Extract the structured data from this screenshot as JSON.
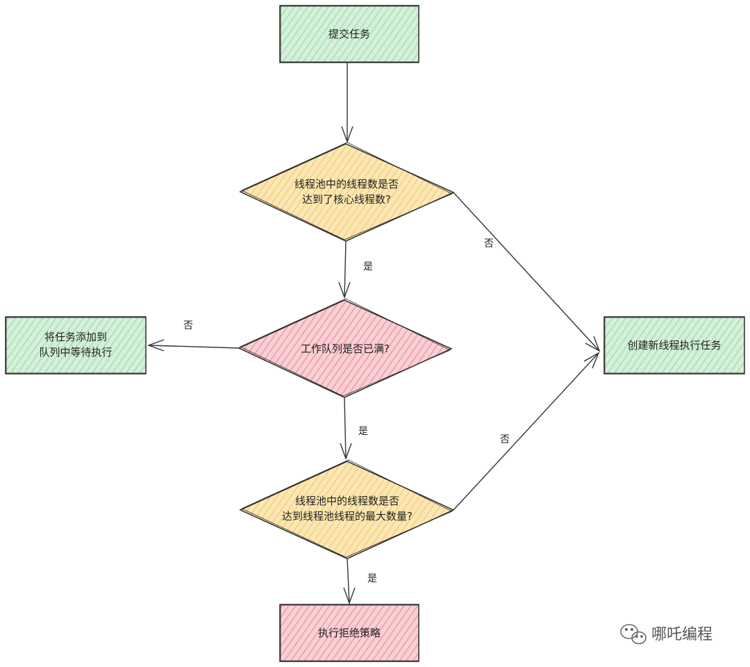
{
  "colors": {
    "green_fill": "#d4f0d9",
    "green_stroke": "#2b2b2b",
    "yellow_fill": "#fbe3a8",
    "pink_fill": "#f7c6cb",
    "line": "#333333",
    "watermark": "#555555"
  },
  "nodes": {
    "submit_task": {
      "label": "提交任务"
    },
    "decision_core": {
      "line1": "线程池中的线程数是否",
      "line2": "达到了核心线程数?"
    },
    "decision_queue": {
      "label": "工作队列是否已满?"
    },
    "decision_max": {
      "line1": "线程池中的线程数是否",
      "line2": "达到线程池线程的最大数量?"
    },
    "enqueue_task": {
      "line1": "将任务添加到",
      "line2": "队列中等待执行"
    },
    "create_thread": {
      "label": "创建新线程执行任务"
    },
    "reject_policy": {
      "label": "执行拒绝策略"
    }
  },
  "edges": {
    "core_yes": "是",
    "core_no": "否",
    "queue_yes": "是",
    "queue_no": "否",
    "max_yes": "是",
    "max_no": "否"
  },
  "watermark": {
    "icon": "wechat-icon",
    "text": "哪吒编程"
  }
}
